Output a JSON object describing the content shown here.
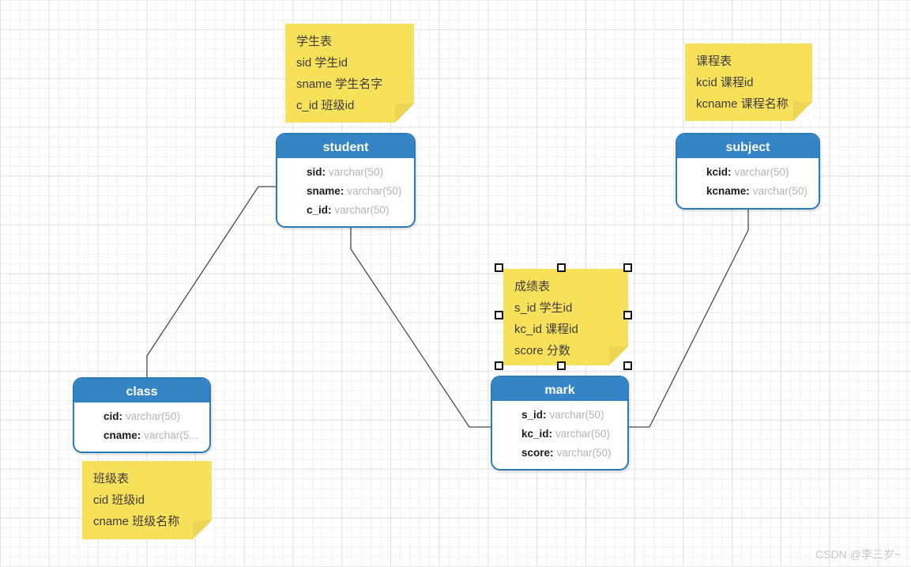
{
  "field_separator": ":",
  "tables": [
    {
      "name": "student",
      "fields": [
        {
          "name": "sid",
          "type": "varchar(50)"
        },
        {
          "name": "sname",
          "type": "varchar(50)"
        },
        {
          "name": "c_id",
          "type": "varchar(50)"
        }
      ]
    },
    {
      "name": "subject",
      "fields": [
        {
          "name": "kcid",
          "type": "varchar(50)"
        },
        {
          "name": "kcname",
          "type": "varchar(50)"
        }
      ]
    },
    {
      "name": "class",
      "fields": [
        {
          "name": "cid",
          "type": "varchar(50)"
        },
        {
          "name": "cname",
          "type": "varchar(5..."
        }
      ]
    },
    {
      "name": "mark",
      "fields": [
        {
          "name": "s_id",
          "type": "varchar(50)"
        },
        {
          "name": "kc_id",
          "type": "varchar(50)"
        },
        {
          "name": "score",
          "type": "varchar(50)"
        }
      ]
    }
  ],
  "notes": [
    {
      "id": "student-table-note",
      "selected": false,
      "lines": [
        "学生表",
        "sid 学生id",
        "sname 学生名字",
        "c_id 班级id"
      ]
    },
    {
      "id": "subject-table-note",
      "selected": false,
      "lines": [
        "课程表",
        "kcid 课程id",
        "kcname 课程名称"
      ]
    },
    {
      "id": "mark-table-note",
      "selected": true,
      "lines": [
        "成绩表",
        "s_id 学生id",
        "kc_id 课程id",
        "score 分数"
      ]
    },
    {
      "id": "class-table-note",
      "selected": false,
      "lines": [
        "班级表",
        "cid 班级id",
        "cname 班级名称"
      ]
    }
  ],
  "relationships": [
    {
      "from": "student",
      "to": "class"
    },
    {
      "from": "student",
      "to": "mark"
    },
    {
      "from": "subject",
      "to": "mark"
    }
  ],
  "watermark": "CSDN @李三岁~",
  "colors": {
    "table_header_blue": "#3584c6",
    "table_border_blue": "#2d7ab8",
    "note_yellow": "#f7e05a",
    "connector_gray": "#4a4a4a",
    "watermark_gray": "#c8c8c8"
  }
}
